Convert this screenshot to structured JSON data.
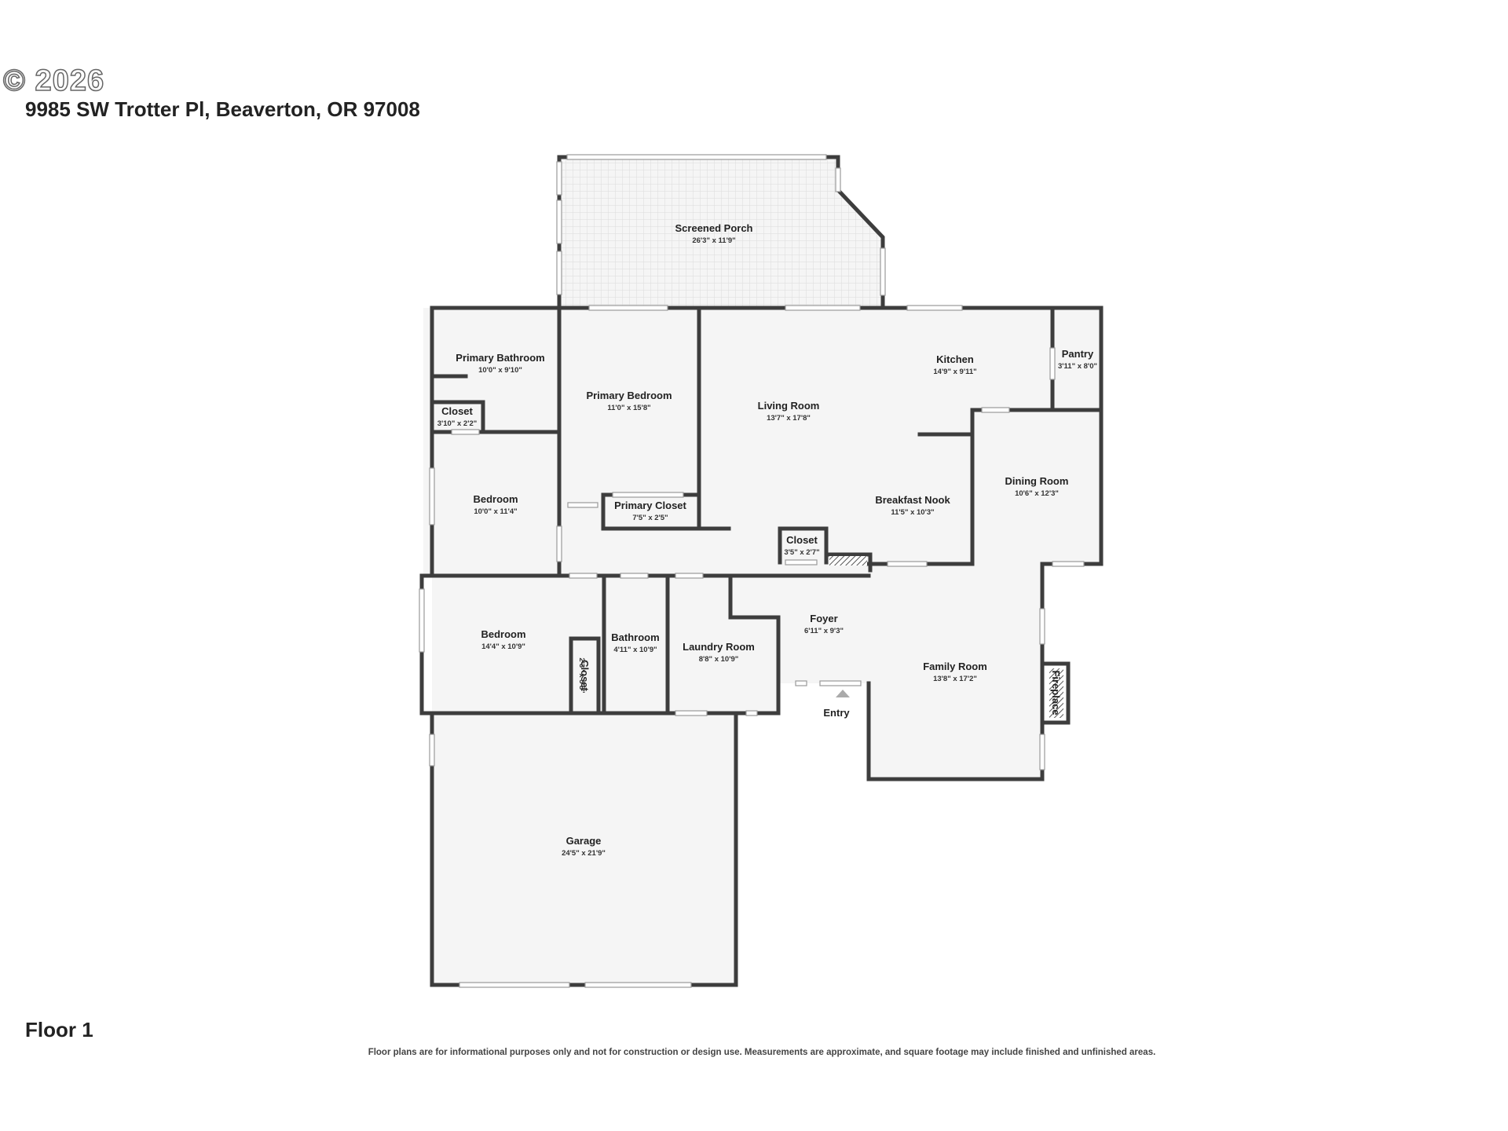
{
  "copyright": "© 2026",
  "address": "9985 SW Trotter Pl, Beaverton, OR 97008",
  "floor": "Floor 1",
  "disclaimer": "Floor plans are for informational purposes only and not for construction or design use. Measurements are approximate, and square footage may include finished and unfinished areas.",
  "entry_label": "Entry",
  "fireplace_label": "Fireplace",
  "rooms": [
    {
      "key": "screened_porch",
      "name": "Screened Porch",
      "dims": "26'3\" x 11'9\""
    },
    {
      "key": "primary_bathroom",
      "name": "Primary Bathroom",
      "dims": "10'0\" x 9'10\""
    },
    {
      "key": "closet_a",
      "name": "Closet",
      "dims": "3'10\" x 2'2\""
    },
    {
      "key": "primary_bedroom",
      "name": "Primary Bedroom",
      "dims": "11'0\" x 15'8\""
    },
    {
      "key": "living_room",
      "name": "Living Room",
      "dims": "13'7\" x 17'8\""
    },
    {
      "key": "kitchen",
      "name": "Kitchen",
      "dims": "14'9\" x 9'11\""
    },
    {
      "key": "pantry",
      "name": "Pantry",
      "dims": "3'11\" x 8'0\""
    },
    {
      "key": "bedroom_a",
      "name": "Bedroom",
      "dims": "10'0\" x 11'4\""
    },
    {
      "key": "primary_closet",
      "name": "Primary Closet",
      "dims": "7'5\" x 2'5\""
    },
    {
      "key": "breakfast_nook",
      "name": "Breakfast Nook",
      "dims": "11'5\" x 10'3\""
    },
    {
      "key": "dining_room",
      "name": "Dining Room",
      "dims": "10'6\" x 12'3\""
    },
    {
      "key": "closet_b",
      "name": "Closet",
      "dims": "3'5\" x 2'7\""
    },
    {
      "key": "bedroom_b",
      "name": "Bedroom",
      "dims": "14'4\" x 10'9\""
    },
    {
      "key": "bathroom",
      "name": "Bathroom",
      "dims": "4'11\" x 10'9\""
    },
    {
      "key": "laundry_room",
      "name": "Laundry Room",
      "dims": "8'8\" x 10'9\""
    },
    {
      "key": "foyer",
      "name": "Foyer",
      "dims": "6'11\" x 9'3\""
    },
    {
      "key": "family_room",
      "name": "Family Room",
      "dims": "13'8\" x 17'2\""
    },
    {
      "key": "closet_c",
      "name": "Closet",
      "dims": "2'3\" x 5'8\""
    },
    {
      "key": "garage",
      "name": "Garage",
      "dims": "24'5\" x 21'9\""
    }
  ]
}
